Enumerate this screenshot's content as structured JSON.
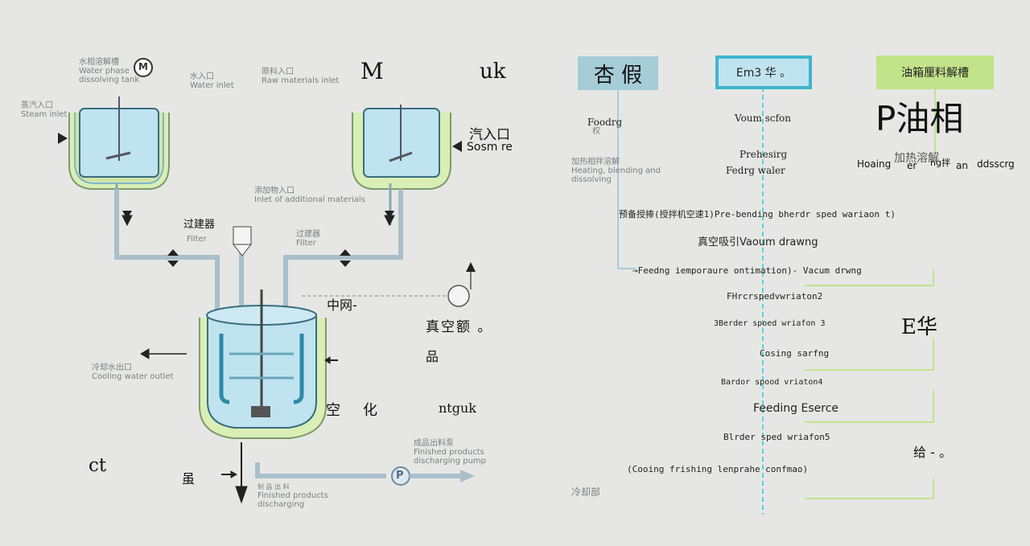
{
  "left_diagram": {
    "tank_water": {
      "cn": "水相溶解槽",
      "en1": "Water phase",
      "en2": "dissolving tank"
    },
    "motor_label": "M",
    "water_inlet": {
      "cn": "水入口",
      "en": "Water inlet"
    },
    "raw_inlet": {
      "cn": "原料入口",
      "en": "Raw materials inlet"
    },
    "big_m": "M",
    "uk": "uk",
    "steam_inlet_left": {
      "cn": "蒸汽入口",
      "en": "Steam inlet"
    },
    "steam_inlet_right": {
      "cn": "汽入口",
      "en": "Sosm re"
    },
    "additive_inlet": {
      "cn": "添加物入口",
      "en": "Inlet of additional materials"
    },
    "filter_left": {
      "cn": "过建器",
      "en": "Filter"
    },
    "filter_right": {
      "cn": "过建器",
      "en": "Filter"
    },
    "zhongwang": "中网-",
    "vacuum": "真空额 。",
    "pin": "品",
    "cooling_outlet": {
      "cn": "冷却水出口",
      "en": "Cooling water outlet"
    },
    "kong": "空",
    "hua": "化",
    "ntguk": "ntguk",
    "pump": {
      "cn": "成品出料泵",
      "en1": "Finished products",
      "en2": "discharging pump",
      "symbol": "P"
    },
    "ct": "ct",
    "bottom_mark": "虽",
    "discharge": {
      "cn": "制 品 出 料",
      "en1": "Finished products",
      "en2": "discharging"
    }
  },
  "right_diagram": {
    "box_left": "杏 假",
    "box_center": "Em3 华 。",
    "box_right": "油箱厘料解槽",
    "big_right": "P油相",
    "left_col": {
      "foodrg": "Foodrg",
      "foodrg_sub": "权",
      "heat_cn": "加热相拌溶解",
      "heat_en1": "Heating, blending and",
      "heat_en2": "dissolving"
    },
    "right_col": {
      "heating": "Hoaing",
      "heating_cn": "加热溶解",
      "mix": "er",
      "ng": "ng拌",
      "an": "an",
      "ddsscrg": "ddsscrg"
    },
    "steps": [
      "Voum  scfon",
      "Prehesirg",
      "Fedrg waler",
      "预备授捧(授拌机空速1)Pre-bending bherdr sped wariaon t)",
      "真空吸引Vaoum drawng",
      "→Feedng iemporaure ontimation)- Vacum drwng",
      "FHrcrspedvwriaton2",
      "3Berder spoed wriafon 3",
      "Cosing sarfng",
      "Bardor spood vriaton4",
      "Feeding Eserce",
      "Blrder  sped wriafon5",
      "(Cooing frishing lenprahe confmao)"
    ],
    "e_hua": "E华",
    "gei": "给 - 。",
    "cooling": "冷却部"
  },
  "colors": {
    "background": "#e6e7e5",
    "box_blue": "#a6ccd8",
    "box_cyan": "#3fb6cf",
    "box_green": "#c2e38a",
    "tank_fill": "#bfe3ef",
    "jacket_green": "#d9efb6",
    "pipe": "#a9bfca",
    "dash_line": "#5ecfe4"
  }
}
